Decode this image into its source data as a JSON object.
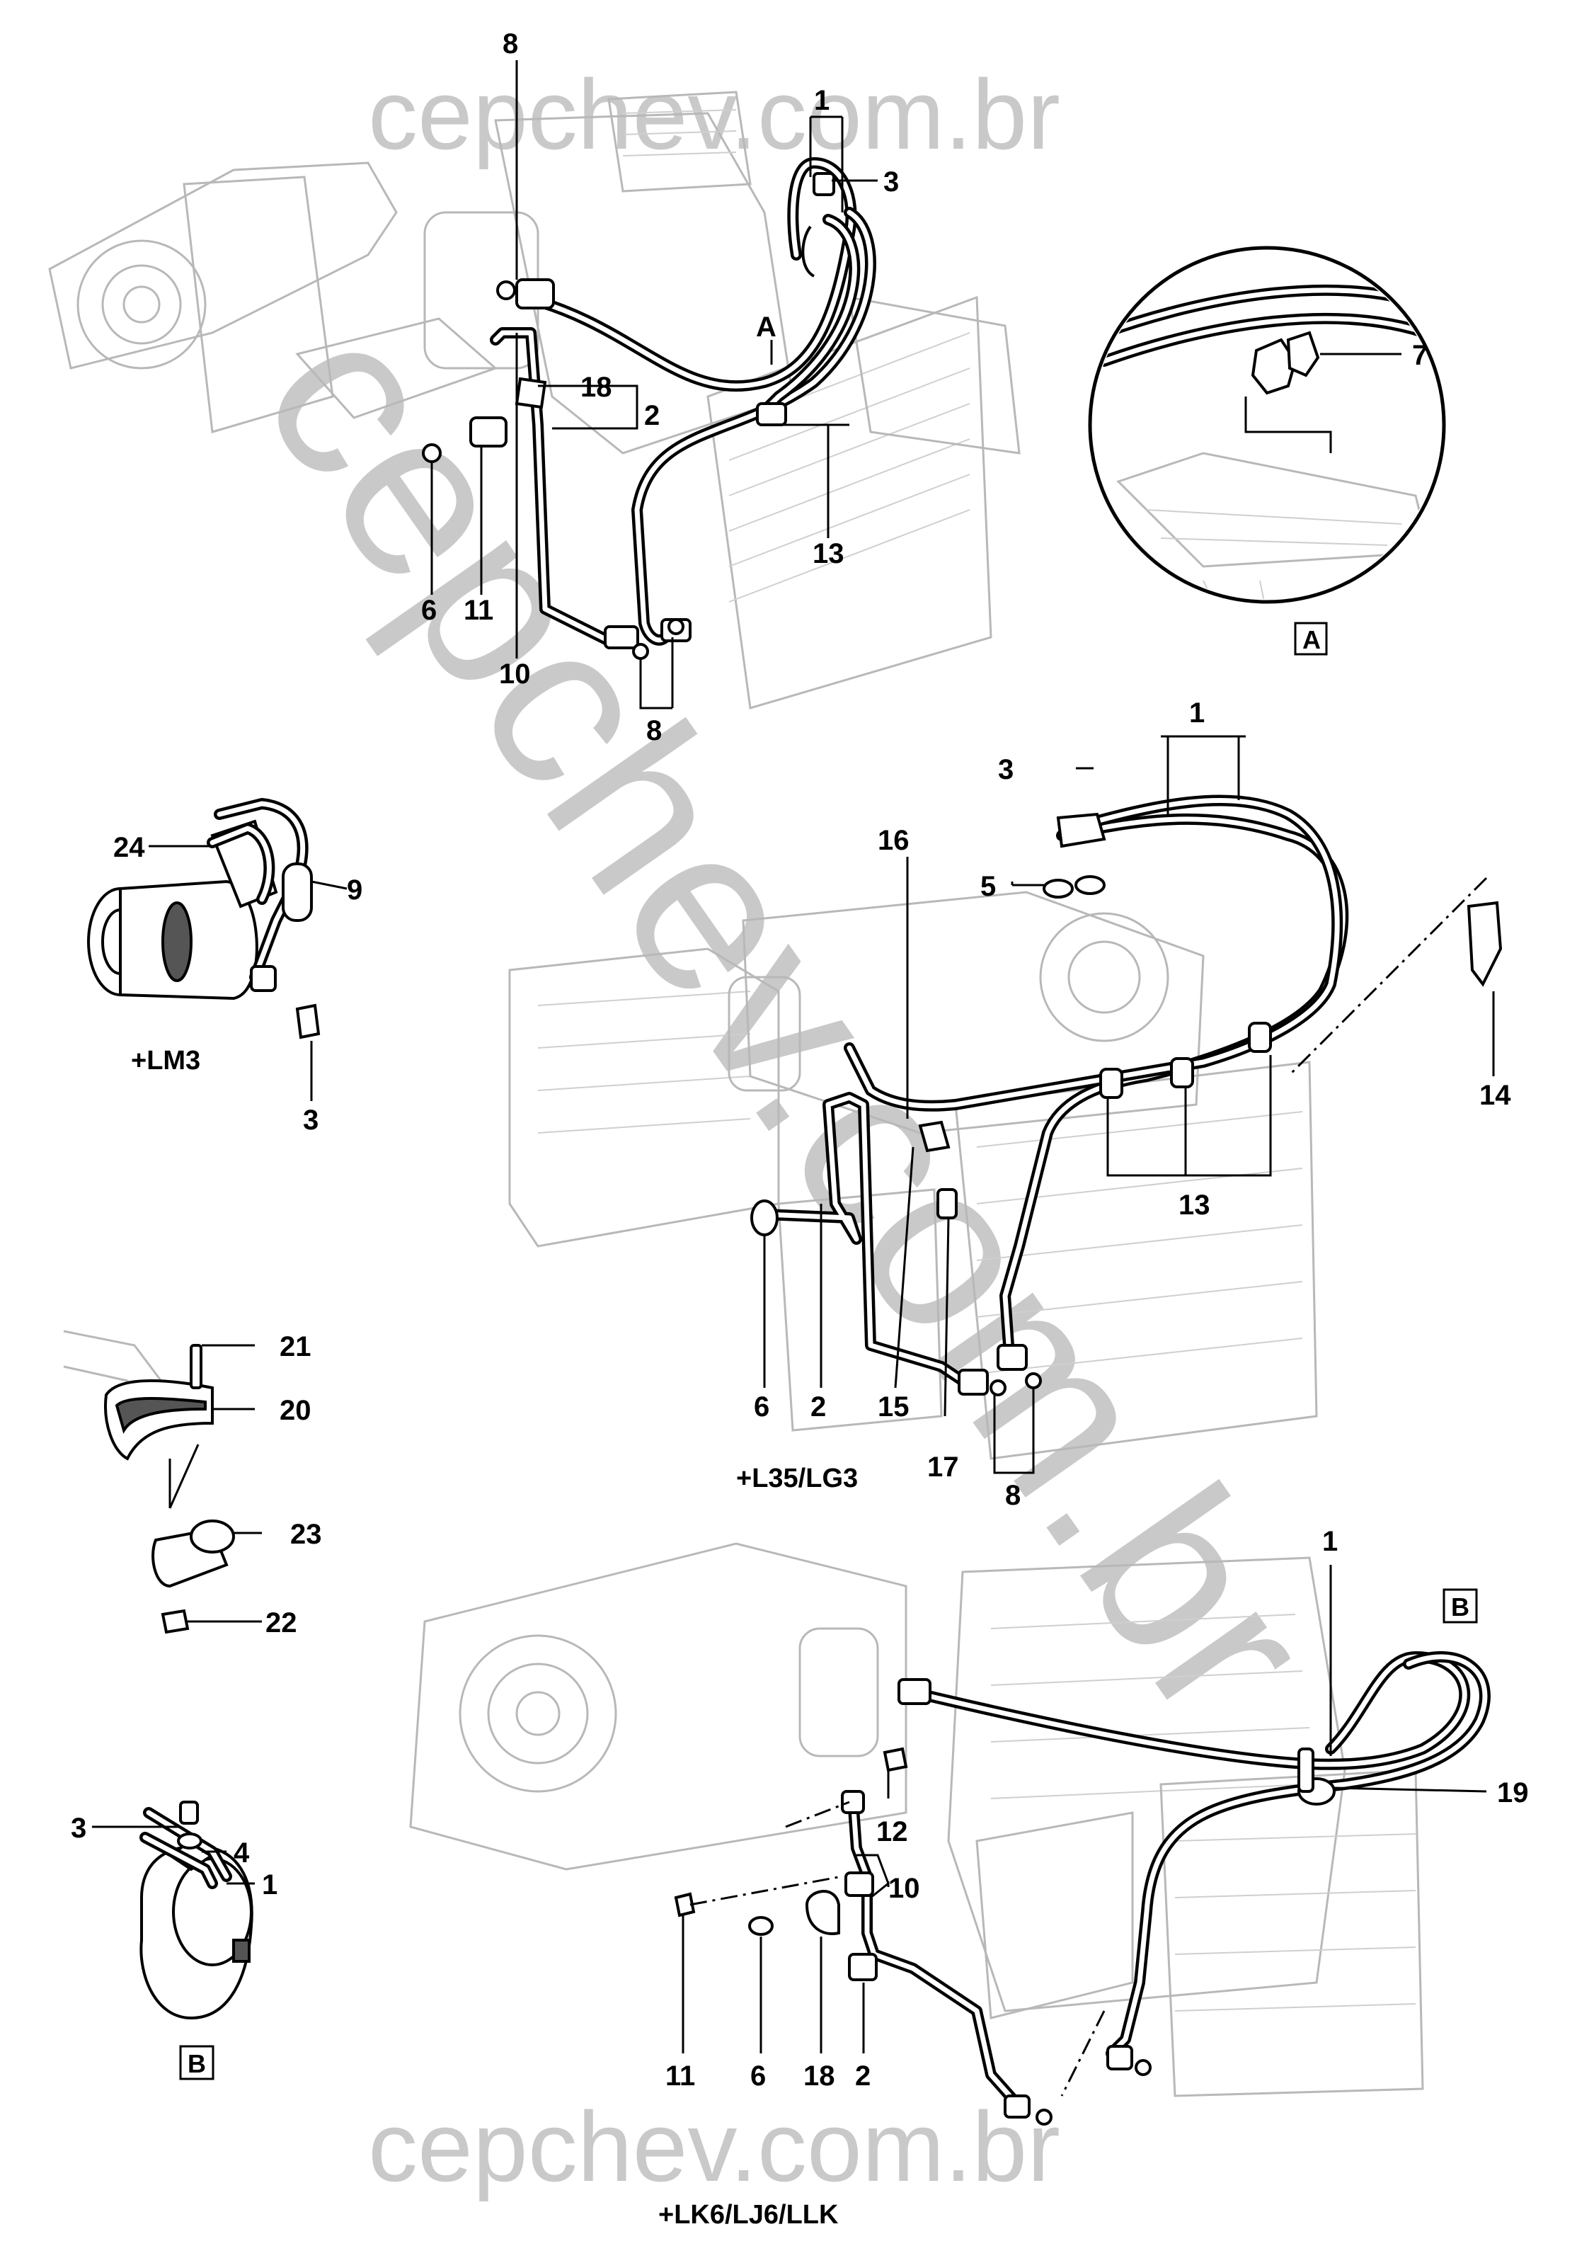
{
  "watermark": {
    "top": "cepchev.com.br",
    "diagonal": "cepchev.com.br",
    "bottom": "cepchev.com.br"
  },
  "views": {
    "top": {
      "callouts": [
        "8",
        "1",
        "3",
        "A",
        "18",
        "2",
        "13",
        "6",
        "11",
        "10",
        "8"
      ]
    },
    "detail_a": {
      "callouts": [
        "7"
      ],
      "box_label": "A"
    },
    "lm3": {
      "variant": "+LM3",
      "callouts": [
        "24",
        "9",
        "3"
      ]
    },
    "l35": {
      "variant": "+L35/LG3",
      "callouts": [
        "1",
        "3",
        "16",
        "5",
        "14",
        "13",
        "6",
        "2",
        "15",
        "17",
        "8"
      ]
    },
    "clamp": {
      "callouts": [
        "21",
        "20",
        "23",
        "22"
      ]
    },
    "lk6": {
      "variant": "+LK6/LJ6/LLK",
      "callouts": [
        "1",
        "19",
        "12",
        "10",
        "11",
        "6",
        "18",
        "2"
      ],
      "box_label": "B"
    },
    "detail_b": {
      "callouts": [
        "3",
        "4",
        "1"
      ],
      "box_label": "B"
    }
  }
}
